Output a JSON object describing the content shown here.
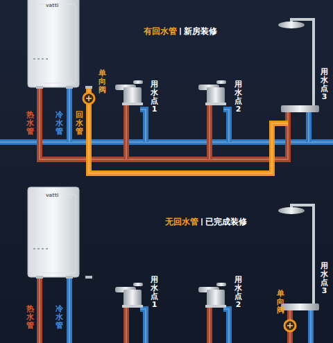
{
  "diagram": {
    "labels": [
      "有回水管",
      "新房装修",
      "热水管",
      "冷水管",
      "回水管",
      "单向阀",
      "用水点1",
      "用水点2",
      "用水点3",
      "vatti",
      "无回水管",
      "已完成装修",
      "热水管",
      "冷水管",
      "用水点1",
      "用水点2",
      "用水点3",
      "单向阀",
      "vatti"
    ]
  }
}
